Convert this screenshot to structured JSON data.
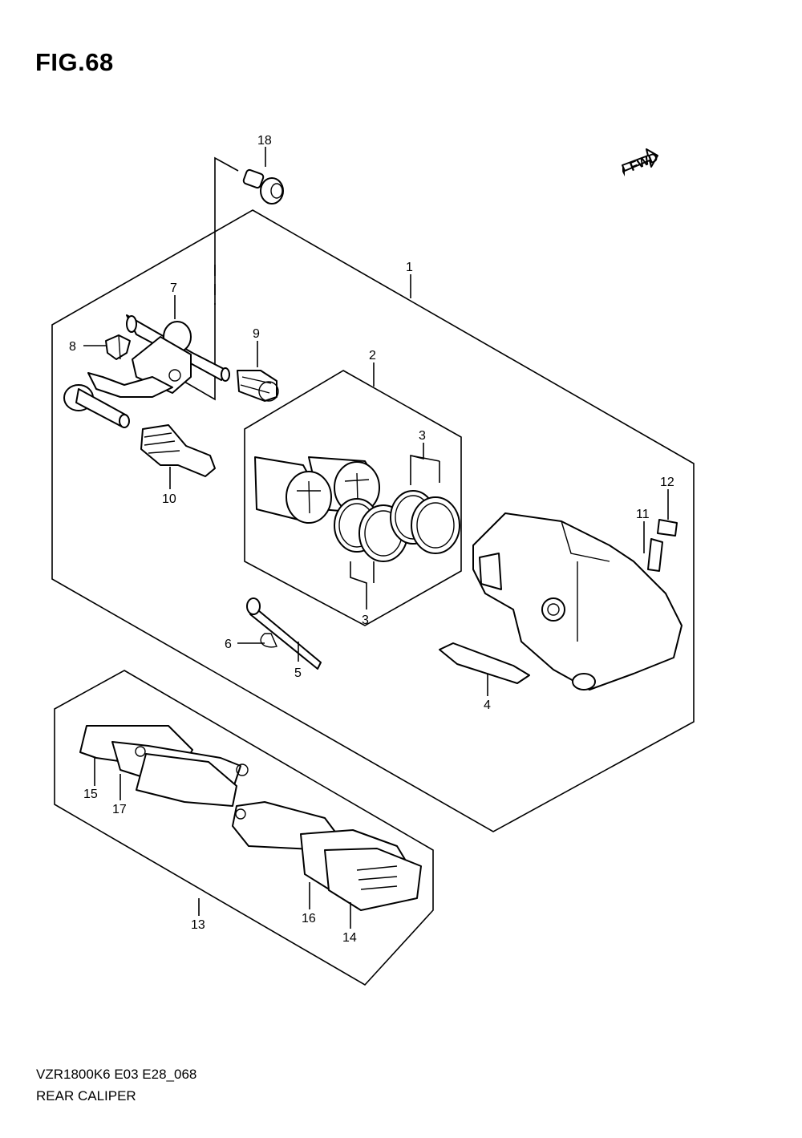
{
  "figure": {
    "title": "FIG.68",
    "fwd_label": "FWD",
    "model_code": "VZR1800K6 E03 E28_068",
    "diagram_name": "REAR CALIPER"
  },
  "callouts": {
    "c1": "1",
    "c2": "2",
    "c3a": "3",
    "c3b": "3",
    "c4": "4",
    "c5": "5",
    "c6": "6",
    "c7": "7",
    "c8": "8",
    "c9": "9",
    "c10": "10",
    "c11": "11",
    "c12": "12",
    "c13": "13",
    "c14": "14",
    "c15": "15",
    "c16": "16",
    "c17": "17",
    "c18": "18"
  }
}
